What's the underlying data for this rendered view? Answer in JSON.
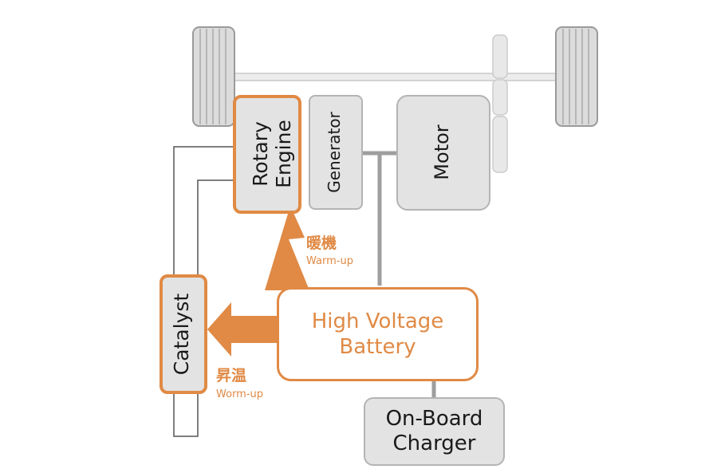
{
  "components": {
    "rotary_engine": {
      "line1": "Rotary",
      "line2": "Engine"
    },
    "generator": "Generator",
    "motor": "Motor",
    "catalyst": "Catalyst",
    "battery": {
      "line1": "High Voltage",
      "line2": "Battery"
    },
    "charger": {
      "line1": "On-Board",
      "line2": "Charger"
    }
  },
  "annotations": {
    "engine_warmup_jp": "暖機",
    "engine_warmup_en": "Warm-up",
    "catalyst_warmup_jp": "昇温",
    "catalyst_warmup_en": "Worm-up"
  },
  "colors": {
    "accent": "#e08a45",
    "component_fill": "#e3e3e3",
    "component_border": "#b4b4b4",
    "wheel_fill": "#dcdcdc",
    "line": "#9e9e9e",
    "exhaust_line": "#555555",
    "text": "#1a1a1a"
  }
}
